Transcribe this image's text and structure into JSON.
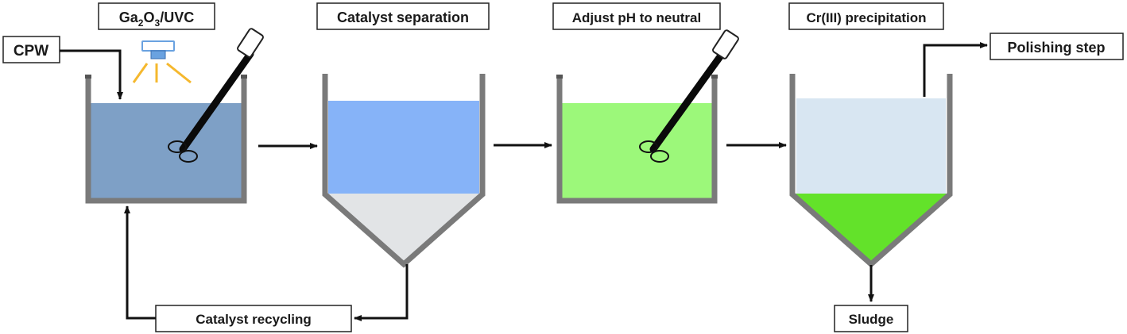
{
  "labels": {
    "cpw": "CPW",
    "ga2o3_uvc": {
      "ga": "Ga",
      "sub1": "2",
      "o": "O",
      "sub2": "3",
      "rest": "/UVC"
    },
    "catalyst_separation": "Catalyst separation",
    "adjust_ph": "Adjust pH to neutral",
    "cr_precipitation": "Cr(III) precipitation",
    "polishing_step": "Polishing step",
    "catalyst_recycling": "Catalyst recycling",
    "sludge": "Sludge"
  },
  "colors": {
    "tank_wall": "#7a7a7a",
    "tank1_liquid": "#7ea0c6",
    "tank2_liquid": "#86b3f8",
    "tank2_sediment": "#e2e4e6",
    "tank3_liquid": "#9cf87a",
    "tank4_liquid": "#d8e6f2",
    "tank4_sediment": "#63e22a",
    "uv_rays": "#f5b82e",
    "lamp": "#6aa2e0",
    "arrow": "#111111"
  }
}
